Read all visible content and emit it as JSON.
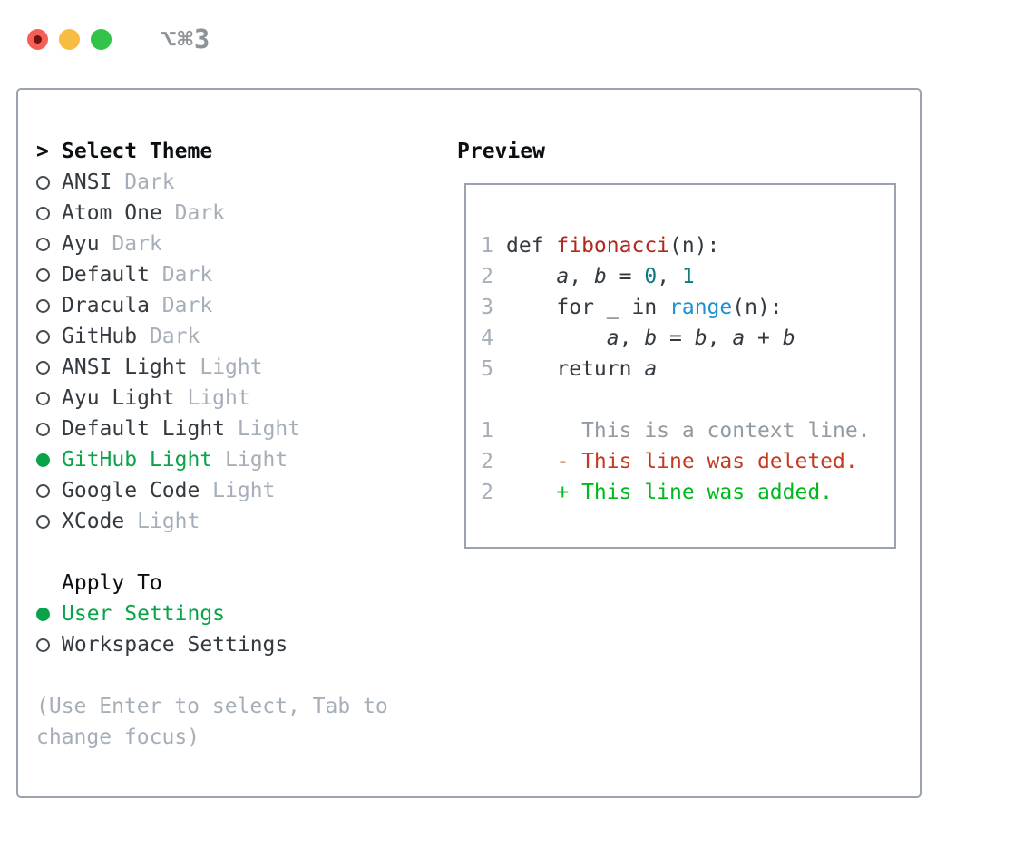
{
  "window": {
    "title": "⌥⌘3",
    "buttons": {
      "close": "close",
      "minimize": "minimize",
      "zoom": "zoom"
    }
  },
  "select": {
    "cursor": ">",
    "title": "Select Theme",
    "themes": [
      {
        "name": "ANSI",
        "variant": "Dark",
        "selected": false
      },
      {
        "name": "Atom One",
        "variant": "Dark",
        "selected": false
      },
      {
        "name": "Ayu",
        "variant": "Dark",
        "selected": false
      },
      {
        "name": "Default",
        "variant": "Dark",
        "selected": false
      },
      {
        "name": "Dracula",
        "variant": "Dark",
        "selected": false
      },
      {
        "name": "GitHub",
        "variant": "Dark",
        "selected": false
      },
      {
        "name": "ANSI Light",
        "variant": "Light",
        "selected": false
      },
      {
        "name": "Ayu Light",
        "variant": "Light",
        "selected": false
      },
      {
        "name": "Default Light",
        "variant": "Light",
        "selected": false
      },
      {
        "name": "GitHub Light",
        "variant": "Light",
        "selected": true
      },
      {
        "name": "Google Code",
        "variant": "Light",
        "selected": false
      },
      {
        "name": "XCode",
        "variant": "Light",
        "selected": false
      }
    ]
  },
  "apply": {
    "title": "Apply To",
    "options": [
      {
        "label": "User Settings",
        "selected": true
      },
      {
        "label": "Workspace Settings",
        "selected": false
      }
    ]
  },
  "hint": "(Use Enter to select, Tab to change focus)",
  "preview": {
    "title": "Preview",
    "code_lines": [
      {
        "num": "1",
        "tokens": [
          {
            "t": "def ",
            "s": "p"
          },
          {
            "t": "fibonacci",
            "s": "f"
          },
          {
            "t": "(n):",
            "s": "p"
          }
        ]
      },
      {
        "num": "2",
        "tokens": [
          {
            "t": "    ",
            "s": "p"
          },
          {
            "t": "a",
            "s": "v"
          },
          {
            "t": ", ",
            "s": "p"
          },
          {
            "t": "b",
            "s": "v"
          },
          {
            "t": " = ",
            "s": "p"
          },
          {
            "t": "0",
            "s": "n"
          },
          {
            "t": ", ",
            "s": "p"
          },
          {
            "t": "1",
            "s": "n"
          }
        ]
      },
      {
        "num": "3",
        "tokens": [
          {
            "t": "    for _ in ",
            "s": "p"
          },
          {
            "t": "range",
            "s": "c"
          },
          {
            "t": "(n):",
            "s": "p"
          }
        ]
      },
      {
        "num": "4",
        "tokens": [
          {
            "t": "        ",
            "s": "p"
          },
          {
            "t": "a",
            "s": "v"
          },
          {
            "t": ", ",
            "s": "p"
          },
          {
            "t": "b",
            "s": "v"
          },
          {
            "t": " = ",
            "s": "p"
          },
          {
            "t": "b",
            "s": "v"
          },
          {
            "t": ", ",
            "s": "p"
          },
          {
            "t": "a",
            "s": "v"
          },
          {
            "t": " + ",
            "s": "p"
          },
          {
            "t": "b",
            "s": "v"
          }
        ]
      },
      {
        "num": "5",
        "tokens": [
          {
            "t": "    return ",
            "s": "p"
          },
          {
            "t": "a",
            "s": "v"
          }
        ]
      },
      {
        "num": "",
        "tokens": []
      }
    ],
    "diff_lines": [
      {
        "num": "1",
        "kind": "context",
        "text": "      This is a context line."
      },
      {
        "num": "2",
        "kind": "deleted",
        "text": "    - This line was deleted."
      },
      {
        "num": "2",
        "kind": "added",
        "text": "    + This line was added."
      }
    ]
  },
  "colors": {
    "accent_green": "#09a348",
    "added_green": "#00b91d",
    "deleted_red": "#c43a20",
    "function_red": "#b02a1c",
    "call_blue": "#1d90d2",
    "number_teal": "#0f787d",
    "muted_gray": "#a6afb9",
    "text_dark": "#343a41",
    "border_gray": "#9ba4ae",
    "traffic_red": "#f45f58",
    "traffic_yellow": "#f6bd42",
    "traffic_green": "#33c348"
  }
}
